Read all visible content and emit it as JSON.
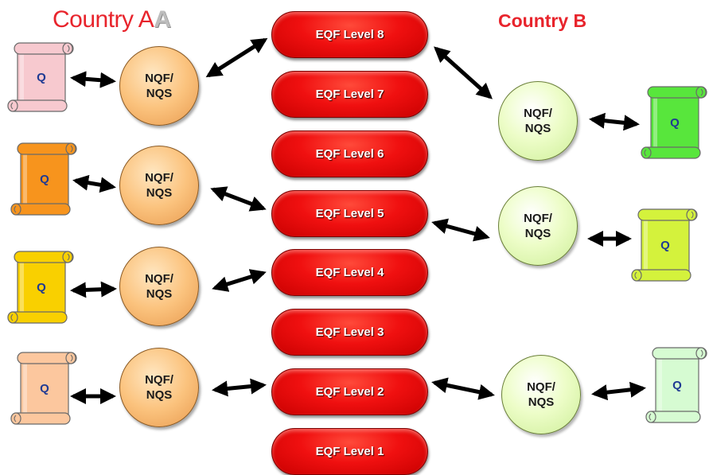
{
  "country_a": {
    "title": "Country A",
    "title_suffix": "A"
  },
  "country_b": {
    "title": "Country B"
  },
  "eqf_levels": [
    {
      "label": "EQF Level 8"
    },
    {
      "label": "EQF Level 7"
    },
    {
      "label": "EQF Level 6"
    },
    {
      "label": "EQF Level 5"
    },
    {
      "label": "EQF Level 4"
    },
    {
      "label": "EQF Level 3"
    },
    {
      "label": "EQF Level 2"
    },
    {
      "label": "EQF Level 1"
    }
  ],
  "nqf_label": "NQF/ NQS",
  "qualification_label": "Q",
  "colors": {
    "level_red": "#f01010",
    "country_title_red": "#e8242c",
    "nqf_a_fill": "#fbc37e",
    "nqf_b_fill": "#edfdc8",
    "q_label": "#1f3a93",
    "scroll_a1": "#f7c9cf",
    "scroll_a2": "#f7941d",
    "scroll_a3": "#f9d000",
    "scroll_a4": "#fcc79e",
    "scroll_b1": "#58e63c",
    "scroll_b2": "#d4f23c",
    "scroll_b3": "#d6fbd2"
  }
}
